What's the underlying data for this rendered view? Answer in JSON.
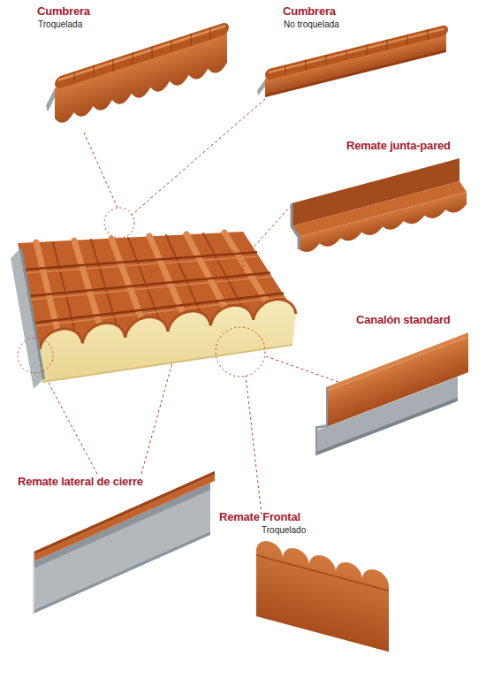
{
  "diagram": {
    "labels": [
      "Cumbrera",
      "Troquelada",
      "Cumbrera",
      "No troquelada",
      "Remate junta-pared",
      "Canalón standard",
      "Remate lateral de cierre",
      "Remate Frontal",
      "Troquelado"
    ]
  }
}
